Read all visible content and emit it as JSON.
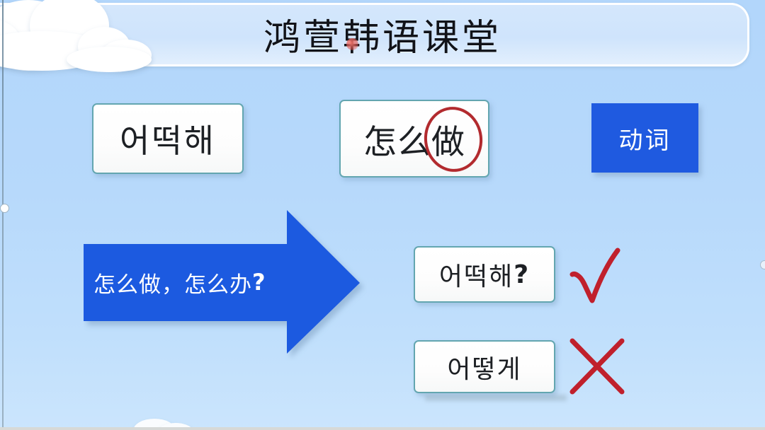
{
  "slide": {
    "title": "鸿萱韩语课堂",
    "background_color": "#b4d7fb",
    "accent_blue": "#1f5ae0",
    "box_border_color": "#63a6b0",
    "annotation_red": "#b22a2e"
  },
  "header": {
    "title": "鸿萱韩语课堂",
    "pointer_dot": "red-pointer-dot"
  },
  "row_top": {
    "korean_word": "어떡해",
    "chinese_word": "怎么做",
    "circled_character": "做",
    "part_of_speech_label": "动词"
  },
  "arrow": {
    "label": "怎么做，怎么办",
    "question_mark": "?",
    "direction": "right",
    "color": "#1f5ae0"
  },
  "answers": [
    {
      "text": "어떡해",
      "suffix": "?",
      "mark": "check",
      "mark_label": "correct"
    },
    {
      "text": "어떻게",
      "suffix": "",
      "mark": "cross",
      "mark_label": "incorrect"
    }
  ],
  "decorations": {
    "cloud_top": "cloud-icon",
    "cloud_bottom": "cloud-icon"
  }
}
